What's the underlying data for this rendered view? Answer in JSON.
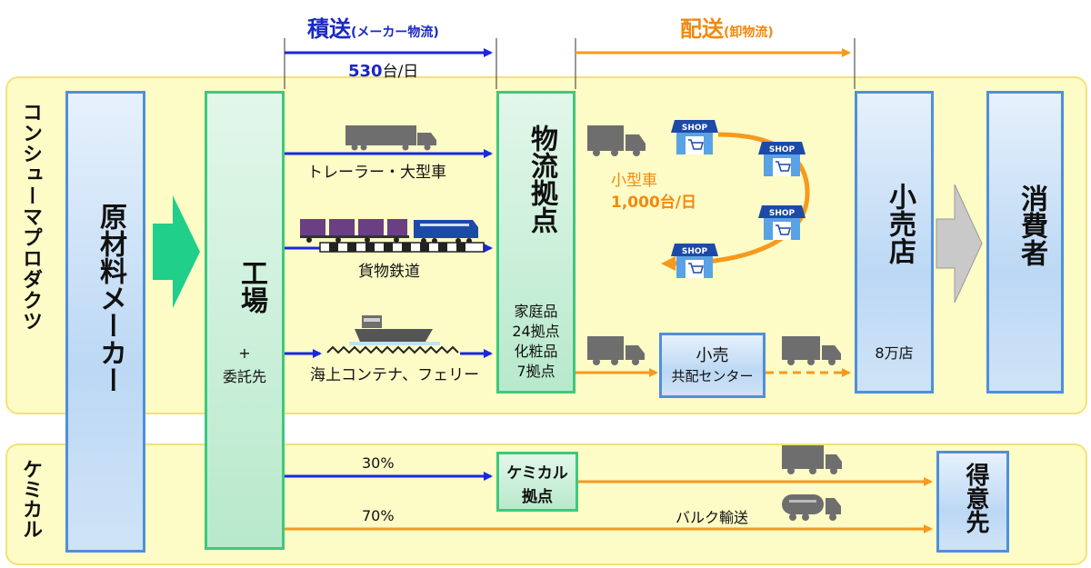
{
  "header": {
    "sekisou_title": "積送",
    "sekisou_sub": "(メーカー物流)",
    "sekisou_volume_num": "530",
    "sekisou_volume_unit": "台/日",
    "haisou_title": "配送",
    "haisou_sub": "(卸物流)"
  },
  "rows": {
    "consumer_products": "コンシューマプロダクツ",
    "chemical": "ケミカル"
  },
  "nodes": {
    "raw_material_maker": "原材料メーカー",
    "factory": "工場",
    "factory_plus": "+",
    "factory_sub": "委託先",
    "logistics_hub": "物流拠点",
    "hub_detail_1": "家庭品",
    "hub_detail_2": "24拠点",
    "hub_detail_3": "化粧品",
    "hub_detail_4": "7拠点",
    "retail_store": "小売店",
    "retail_count": "8万店",
    "consumer": "消費者",
    "retail_center_1": "小売",
    "retail_center_2": "共配センター",
    "chemical_hub_1": "ケミカル",
    "chemical_hub_2": "拠点",
    "customer": "得意先"
  },
  "transport": {
    "trailer": "トレーラー・大型車",
    "rail": "貨物鉄道",
    "sea": "海上コンテナ、フェリー",
    "small_truck": "小型車",
    "small_truck_volume": "1,000台/日",
    "bulk": "バルク輸送"
  },
  "shares": {
    "chemical_hub_share": "30%",
    "direct_share": "70%"
  },
  "icons": {
    "shop": "SHOP"
  },
  "colors": {
    "blue_arrow": "#1a27e0",
    "orange_arrow": "#f59a1e",
    "band": "#fdfbc6",
    "green_arrow": "#1fcf8a"
  }
}
